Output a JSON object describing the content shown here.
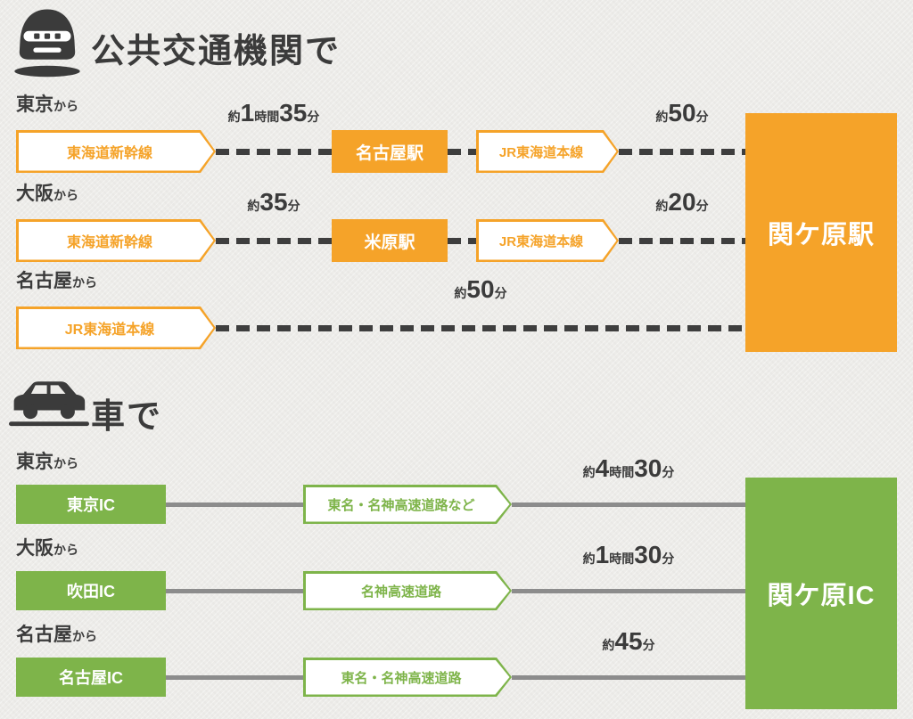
{
  "colors": {
    "orange": "#F5A329",
    "green": "#7EB44A",
    "dark_text": "#3B3B3B",
    "solid_line": "#8C8C8C",
    "dashed_line": "#3E3E3E",
    "background": "#EDECE9"
  },
  "transit": {
    "icon": "shinkansen-icon",
    "title": "公共交通機関で",
    "destination": "関ケ原駅",
    "rows": [
      {
        "from_city": "東京",
        "from_suffix": "から",
        "line1": "東海道新幹線",
        "time1": {
          "p1": "約",
          "n1": "1",
          "p2": "時間",
          "n2": "35",
          "p3": "分"
        },
        "station": "名古屋駅",
        "line2": "JR東海道本線",
        "time2": {
          "p1": "約",
          "n2": "50",
          "p3": "分"
        }
      },
      {
        "from_city": "大阪",
        "from_suffix": "から",
        "line1": "東海道新幹線",
        "time1": {
          "p1": "約",
          "n2": "35",
          "p3": "分"
        },
        "station": "米原駅",
        "line2": "JR東海道本線",
        "time2": {
          "p1": "約",
          "n2": "20",
          "p3": "分"
        }
      },
      {
        "from_city": "名古屋",
        "from_suffix": "から",
        "line1": "JR東海道本線",
        "time1": {
          "p1": "約",
          "n2": "50",
          "p3": "分"
        }
      }
    ]
  },
  "car": {
    "icon": "car-icon",
    "title": "車で",
    "destination": "関ケ原IC",
    "rows": [
      {
        "from_city": "東京",
        "from_suffix": "から",
        "ic": "東京IC",
        "road": "東名・名神高速道路など",
        "time": {
          "p1": "約",
          "n1": "4",
          "p2": "時間",
          "n2": "30",
          "p3": "分"
        }
      },
      {
        "from_city": "大阪",
        "from_suffix": "から",
        "ic": "吹田IC",
        "road": "名神高速道路",
        "time": {
          "p1": "約",
          "n1": "1",
          "p2": "時間",
          "n2": "30",
          "p3": "分"
        }
      },
      {
        "from_city": "名古屋",
        "from_suffix": "から",
        "ic": "名古屋IC",
        "road": "東名・名神高速道路",
        "time": {
          "p1": "約",
          "n2": "45",
          "p3": "分"
        }
      }
    ]
  }
}
